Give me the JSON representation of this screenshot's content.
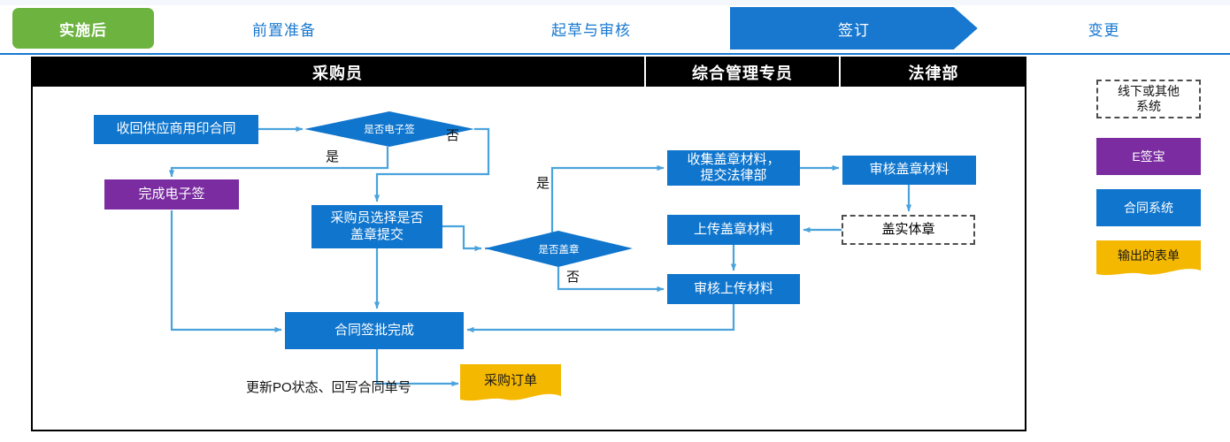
{
  "phasebar": {
    "current": {
      "label": "实施后",
      "color": "#6cb33f"
    },
    "steps": [
      {
        "label": "前置准备",
        "active": false
      },
      {
        "label": "起草与审核",
        "active": false
      },
      {
        "label": "签订",
        "active": true
      },
      {
        "label": "变更",
        "active": false
      }
    ],
    "accent": "#1878d0"
  },
  "lanes": [
    {
      "title": "采购员"
    },
    {
      "title": "综合管理专员"
    },
    {
      "title": "法律部"
    }
  ],
  "nodes": {
    "recover_contract": "收回供应商用印合同",
    "is_esign": "是否电子签",
    "finish_esign": "完成电子签",
    "buyer_choose_seal": "采购员选择是否\n盖章提交",
    "is_seal": "是否盖章",
    "collect_seal_docs": "收集盖章材料，\n提交法律部",
    "review_seal_docs": "审核盖章材料",
    "physical_seal": "盖实体章",
    "upload_seal_docs": "上传盖章材料",
    "review_uploaded": "审核上传材料",
    "contract_approved": "合同签批完成",
    "purchase_order": "采购订单"
  },
  "edge_labels": {
    "esign_yes": "是",
    "esign_no": "否",
    "seal_yes": "是",
    "seal_no": "否"
  },
  "annotations": {
    "po_note": "更新PO状态、回写合同单号"
  },
  "legend": {
    "items": [
      {
        "label": "线下或其他\n系统",
        "style": "dashed",
        "color": "#ffffff"
      },
      {
        "label": "E签宝",
        "style": "purple",
        "color": "#7a2ca0"
      },
      {
        "label": "合同系统",
        "style": "blue",
        "color": "#0f75cd"
      },
      {
        "label": "输出的表单",
        "style": "document",
        "color": "#f5b800"
      }
    ]
  },
  "colors": {
    "blue": "#0f75cd",
    "purple": "#7a2ca0",
    "yellow": "#f5b800",
    "green": "#6cb33f",
    "connector": "#4aa3dc",
    "lane_header": "#000000"
  }
}
